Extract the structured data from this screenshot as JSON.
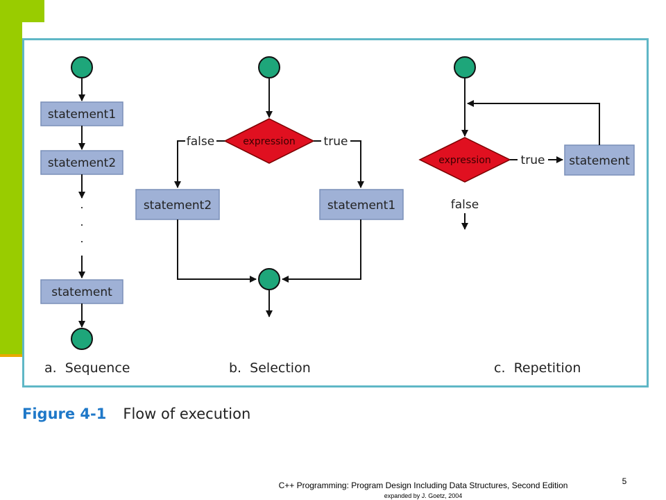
{
  "colors": {
    "accent": "#99cc00",
    "accent_shadow": "#e8a900",
    "frame_border": "#5fb7c6",
    "statement_fill": "#9fb1d6",
    "decision_fill": "#e01020",
    "terminal_fill": "#1ea67a",
    "caption_label": "#1f78c8"
  },
  "diagram": {
    "sequence": {
      "caption": "a.  Sequence",
      "statements": [
        "statement1",
        "statement2",
        "statement"
      ],
      "ellipsis": "·"
    },
    "selection": {
      "caption": "b.  Selection",
      "condition": "expression",
      "false_label": "false",
      "true_label": "true",
      "false_statement": "statement2",
      "true_statement": "statement1"
    },
    "repetition": {
      "caption": "c.  Repetition",
      "condition": "expression",
      "true_label": "true",
      "false_label": "false",
      "statement": "statement"
    }
  },
  "caption": {
    "label": "Figure 4-1",
    "title": "Flow of execution"
  },
  "footer": {
    "title": "C++ Programming: Program Design Including Data Structures, Second Edition",
    "subtitle": "expanded by J. Goetz, 2004",
    "page_number": "5"
  }
}
